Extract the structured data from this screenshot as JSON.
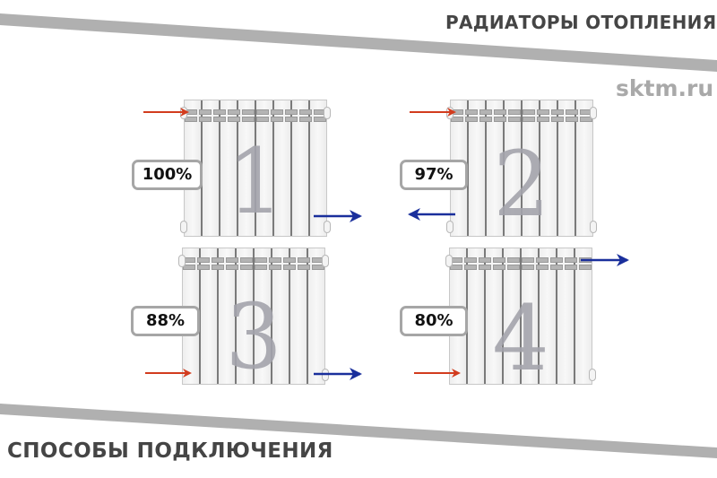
{
  "header": {
    "title": "РАДИАТОРЫ ОТОПЛЕНИЯ",
    "site": "sktm.ru"
  },
  "footer": {
    "title": "СПОСОБЫ ПОДКЛЮЧЕНИЯ"
  },
  "colors": {
    "band": "#b0b0b0",
    "supply_arrow": "#d23c1e",
    "return_arrow": "#1a2f9c",
    "badge_border": "#a6a6a6",
    "numeral": "#a4a4ac"
  },
  "radiators": [
    {
      "number": "1",
      "efficiency": "100%",
      "supply": "top-left",
      "return": "bottom-right"
    },
    {
      "number": "2",
      "efficiency": "97%",
      "supply": "top-left",
      "return": "bottom-left"
    },
    {
      "number": "3",
      "efficiency": "88%",
      "supply": "bottom-left",
      "return": "bottom-right"
    },
    {
      "number": "4",
      "efficiency": "80%",
      "supply": "bottom-left",
      "return": "top-right"
    }
  ]
}
